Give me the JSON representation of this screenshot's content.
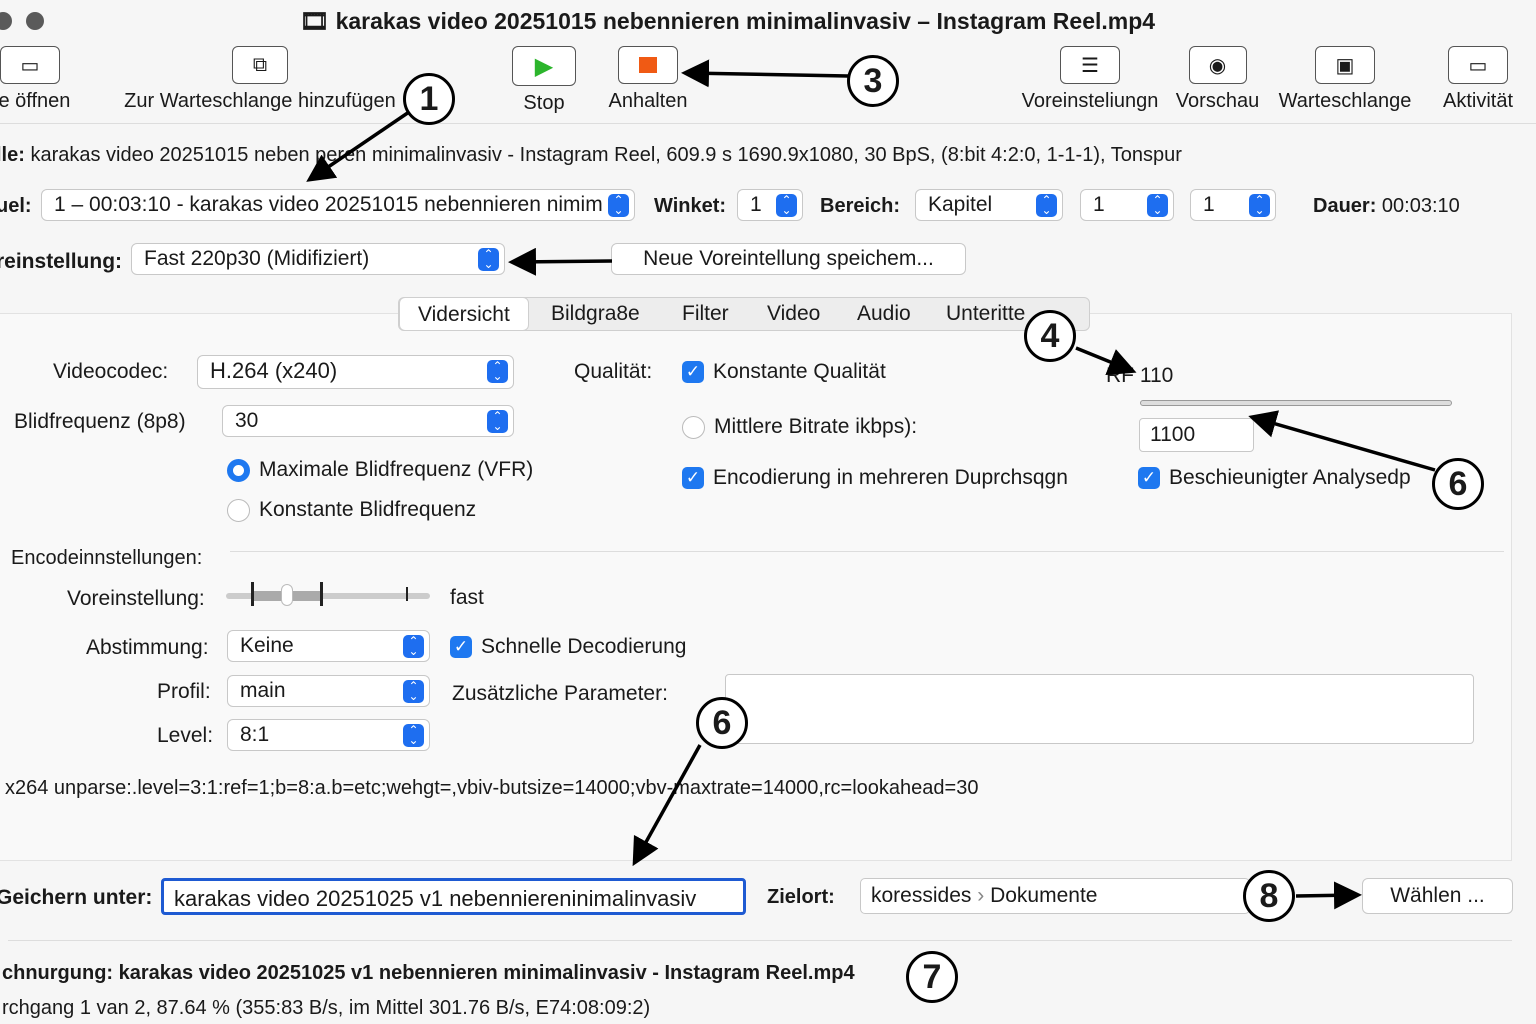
{
  "window": {
    "title": "karakas video 20251015 nebennieren minimalinvasiv – Instagram Reel.mp4"
  },
  "toolbar": [
    {
      "label": "lle öffnen",
      "icon": "source-icon"
    },
    {
      "label": "Zur Warteschlange hinzufügen",
      "icon": "add-queue-icon"
    },
    {
      "label": "Stop",
      "icon": "play-icon"
    },
    {
      "label": "Anhalten",
      "icon": "pause-icon"
    },
    {
      "label": "Voreinsteliungn",
      "icon": "presets-icon"
    },
    {
      "label": "Vorschau",
      "icon": "preview-icon"
    },
    {
      "label": "Warteschlange",
      "icon": "queue-icon"
    },
    {
      "label": "Aktivität",
      "icon": "activity-icon"
    }
  ],
  "source": {
    "label": "lle:",
    "value": "karakas video 20251015 neben  peren minimalinvasiv - Instagram Reel, 609.9 s 1690.9x1080, 30 BpS, (8:bit 4:2:0, 1-1-1), Tonspur"
  },
  "title_row": {
    "label": "uel:",
    "title": "1 – 00:03:10 - karakas video 20251015 nebennieren nimim",
    "angle_label": "Winket:",
    "angle": "1",
    "range_label": "Bereich:",
    "range_type": "Kapitel",
    "range_from": "1",
    "range_to": "1",
    "duration_label": "Dauer:",
    "duration": "00:03:10"
  },
  "preset": {
    "label": "reinstellung:",
    "value": "Fast 220p30 (Midifiziert)",
    "save_button": "Neue Voreintellung speichem..."
  },
  "tabs": [
    "Vidersicht",
    "Bildgra8e",
    "Filter",
    "Video",
    "Audio",
    "Unteritte"
  ],
  "video": {
    "codec_label": "Videocodec:",
    "codec": "H.264 (x240)",
    "fps_label": "Blidfrequenz (8p8)",
    "fps": "30",
    "vfr": "Maximale Blidfrequenz (VFR)",
    "cfr": "Konstante Blidfrequenz",
    "quality_label": "Qualität:",
    "constant_quality": "Konstante Qualität",
    "rf_label": "RF",
    "rf_value": "110",
    "avg_bitrate": "Mittlere Bitrate ikbps):",
    "bitrate": "1100",
    "multipass": "Encodierung in mehreren Duprchsqgn",
    "turbo": "Beschieunigter Analysedp",
    "encoder_settings": "Encodeinnstellungen:",
    "speed_label": "Voreinstellung:",
    "speed": "fast",
    "tune_label": "Abstimmung:",
    "tune": "Keine",
    "fast_decode": "Schnelle Decodierung",
    "profile_label": "Profil:",
    "profile": "main",
    "extra_label": "Zusätzliche Parameter:",
    "level_label": "Level:",
    "level": "8:1",
    "unparse": "x264 unparse:.level=3:1:ref=1;b=8:a.b=etc;wehgt=,vbiv-butsize=14000;vbv-maxtrate=14000,rc=lookahead=30"
  },
  "save": {
    "label": "Geichern unter:",
    "value": "karakas video 20251025 v1 nebenniereninimalinvasiv",
    "dest_label": "Zielort:",
    "dest_path1": "koressides",
    "dest_path2": "Dokumente",
    "choose": "Wählen ..."
  },
  "status": {
    "line1": "chnurgung: karakas video 20251025 v1 nebennieren minimalinvasiv - Instagram Reel.mp4",
    "line2": "rchgang 1 van 2, 87.64 % (355:83 B/s, im Mittel 301.76 B/s, E74:08:09:2)"
  },
  "annotations": [
    "1",
    "3",
    "4",
    "6",
    "6",
    "8",
    "7"
  ]
}
